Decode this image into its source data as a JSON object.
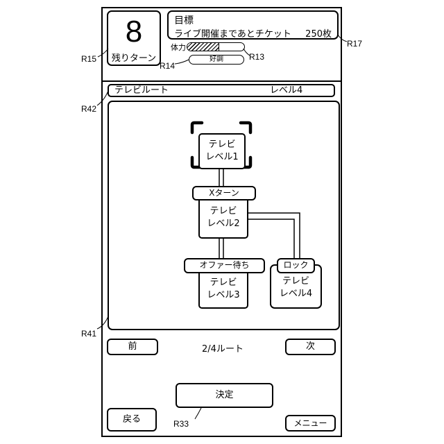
{
  "header": {
    "turns_left": "8",
    "turns_label": "残りターン",
    "goal_title": "目標",
    "goal_text": "ライブ開催まであとチケット",
    "goal_count": "250枚",
    "stamina_label": "体力",
    "stamina_fraction": 0.55,
    "condition": "好調"
  },
  "route_bar": {
    "name": "テレビルート",
    "level": "レベル4"
  },
  "route_map": {
    "nodes": [
      {
        "line1": "テレビ",
        "line2": "レベル1",
        "selected": true
      },
      {
        "line1": "テレビ",
        "line2": "レベル2",
        "tag": "Xターン"
      },
      {
        "line1": "テレビ",
        "line2": "レベル3",
        "tag": "オファー待ち"
      },
      {
        "line1": "テレビ",
        "line2": "レベル4",
        "tag": "ロック"
      }
    ]
  },
  "nav": {
    "prev_label": "前",
    "counter": "2/4ルート",
    "next_label": "次"
  },
  "footer": {
    "decide_label": "決定",
    "back_label": "戻る",
    "menu_label": "メニュー"
  },
  "ref_labels": {
    "r15": "R15",
    "r17": "R17",
    "r13": "R13",
    "r14": "R14",
    "r42": "R42",
    "r41": "R41",
    "r33": "R33"
  }
}
